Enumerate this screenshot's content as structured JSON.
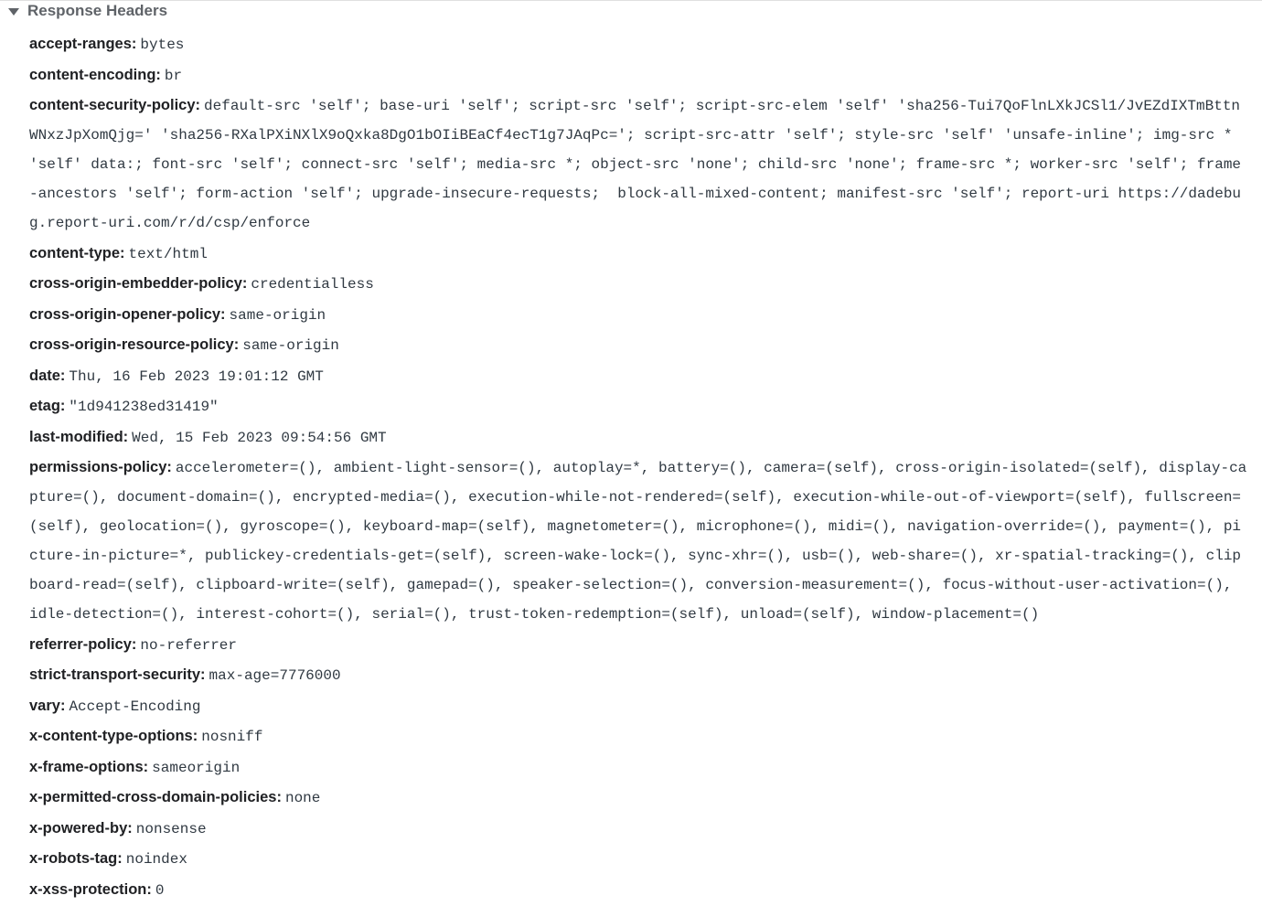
{
  "section": {
    "title": "Response Headers",
    "toggle_icon": "triangle-down-icon"
  },
  "headers": [
    {
      "name": "accept-ranges:",
      "value": "bytes"
    },
    {
      "name": "content-encoding:",
      "value": "br"
    },
    {
      "name": "content-security-policy:",
      "value": "default-src 'self'; base-uri 'self'; script-src 'self'; script-src-elem 'self' 'sha256-Tui7QoFlnLXkJCSl1/JvEZdIXTmBttnWNxzJpXomQjg=' 'sha256-RXalPXiNXlX9oQxka8DgO1bOIiBEaCf4ecT1g7JAqPc='; script-src-attr 'self'; style-src 'self' 'unsafe-inline'; img-src * 'self' data:; font-src 'self'; connect-src 'self'; media-src *; object-src 'none'; child-src 'none'; frame-src *; worker-src 'self'; frame-ancestors 'self'; form-action 'self'; upgrade-insecure-requests;  block-all-mixed-content; manifest-src 'self'; report-uri https://dadebug.report-uri.com/r/d/csp/enforce"
    },
    {
      "name": "content-type:",
      "value": "text/html"
    },
    {
      "name": "cross-origin-embedder-policy:",
      "value": "credentialless"
    },
    {
      "name": "cross-origin-opener-policy:",
      "value": "same-origin"
    },
    {
      "name": "cross-origin-resource-policy:",
      "value": "same-origin"
    },
    {
      "name": "date:",
      "value": "Thu, 16 Feb 2023 19:01:12 GMT"
    },
    {
      "name": "etag:",
      "value": "\"1d941238ed31419\""
    },
    {
      "name": "last-modified:",
      "value": "Wed, 15 Feb 2023 09:54:56 GMT"
    },
    {
      "name": "permissions-policy:",
      "value": "accelerometer=(), ambient-light-sensor=(), autoplay=*, battery=(), camera=(self), cross-origin-isolated=(self), display-capture=(), document-domain=(), encrypted-media=(), execution-while-not-rendered=(self), execution-while-out-of-viewport=(self), fullscreen=(self), geolocation=(), gyroscope=(), keyboard-map=(self), magnetometer=(), microphone=(), midi=(), navigation-override=(), payment=(), picture-in-picture=*, publickey-credentials-get=(self), screen-wake-lock=(), sync-xhr=(), usb=(), web-share=(), xr-spatial-tracking=(), clipboard-read=(self), clipboard-write=(self), gamepad=(), speaker-selection=(), conversion-measurement=(), focus-without-user-activation=(), idle-detection=(), interest-cohort=(), serial=(), trust-token-redemption=(self), unload=(self), window-placement=()"
    },
    {
      "name": "referrer-policy:",
      "value": "no-referrer"
    },
    {
      "name": "strict-transport-security:",
      "value": "max-age=7776000"
    },
    {
      "name": "vary:",
      "value": "Accept-Encoding"
    },
    {
      "name": "x-content-type-options:",
      "value": "nosniff"
    },
    {
      "name": "x-frame-options:",
      "value": "sameorigin"
    },
    {
      "name": "x-permitted-cross-domain-policies:",
      "value": "none"
    },
    {
      "name": "x-powered-by:",
      "value": "nonsense"
    },
    {
      "name": "x-robots-tag:",
      "value": "noindex"
    },
    {
      "name": "x-xss-protection:",
      "value": "0"
    }
  ]
}
